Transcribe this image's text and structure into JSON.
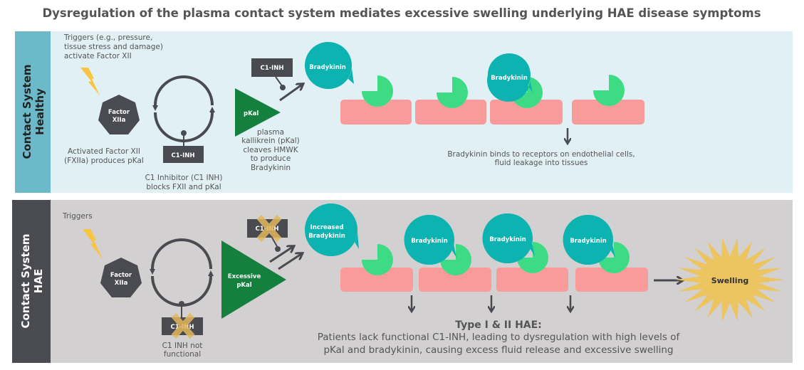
{
  "title": "Dysregulation of the plasma contact system mediates excessive swelling underlying HAE disease symptoms",
  "colors": {
    "healthy_bg": "#e0f0f4",
    "healthy_band": "#6cb9c9",
    "hae_bg": "#d2d0d0",
    "hae_band": "#4a4b51",
    "pkal": "#157f3d",
    "bradykinin": "#0db3b0",
    "receptor": "#3ddc84",
    "cell": "#f99b9a",
    "trigger": "#f9c440",
    "swelling": "#ecc560"
  },
  "healthy": {
    "band_line1": "Contact System",
    "band_line2": "Healthy",
    "triggers": [
      "Triggers (e.g., pressure,",
      "tissue stress and damage)",
      "activate Factor XII"
    ],
    "factor": [
      "Factor",
      "XIIa"
    ],
    "factor_caption": [
      "Activated Factor XII",
      "(FXIIa) produces pKal"
    ],
    "c1inh": "C1-INH",
    "c1inh_caption": [
      "C1 Inhibitor (C1 INH)",
      "blocks FXII and pKal"
    ],
    "pkal": "pKal",
    "pkal_caption": [
      "plasma",
      "kallikrein (pKal)",
      "cleaves HMWK",
      "to produce",
      "Bradykinin"
    ],
    "bradykinin": "Bradykinin",
    "bradykinin_bound": "Bradykinin",
    "result": [
      "Bradykinin binds to receptors on endothelial cells,",
      "fluid leakage into tissues"
    ]
  },
  "hae": {
    "band_line1": "Contact System",
    "band_line2": "HAE",
    "triggers": "Triggers",
    "factor": [
      "Factor",
      "XIIa"
    ],
    "c1inh": "C1-INH",
    "c1inh_caption": [
      "C1 INH not",
      "functional"
    ],
    "pkal": [
      "Excessive",
      "pKal"
    ],
    "increased_bradykinin": [
      "Increased",
      "Bradykinin"
    ],
    "bradykinin": [
      "Bradykinin",
      "Bradykinin",
      "Bradykinin"
    ],
    "swelling": "Swelling",
    "result_title": "Type I & II HAE:",
    "result": [
      "Patients lack functional C1-INH, leading to dysregulation with high levels of",
      "pKal and bradykinin, causing excess fluid release and excessive swelling"
    ]
  }
}
